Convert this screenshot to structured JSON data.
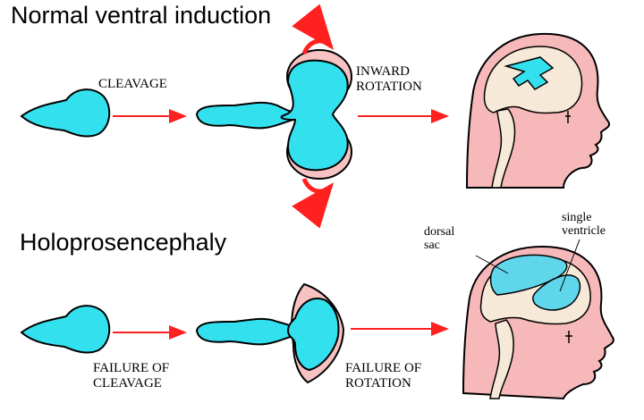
{
  "titles": {
    "normal": "Normal ventral induction",
    "holo": "Holoprosencephaly"
  },
  "labels": {
    "cleavage": "CLEAVAGE",
    "inward_rotation": "INWARD\nROTATION",
    "failure_cleavage": "FAILURE OF\nCLEAVAGE",
    "failure_rotation": "FAILURE OF\nROTATION",
    "dorsal_sac": "dorsal\nsac",
    "single_ventricle": "single\nventricle"
  },
  "colors": {
    "vesicle": "#33e0ee",
    "arrow": "#ff2020",
    "skin": "#f6b8b8",
    "brain": "#f7e9d8",
    "outline": "#000000"
  }
}
